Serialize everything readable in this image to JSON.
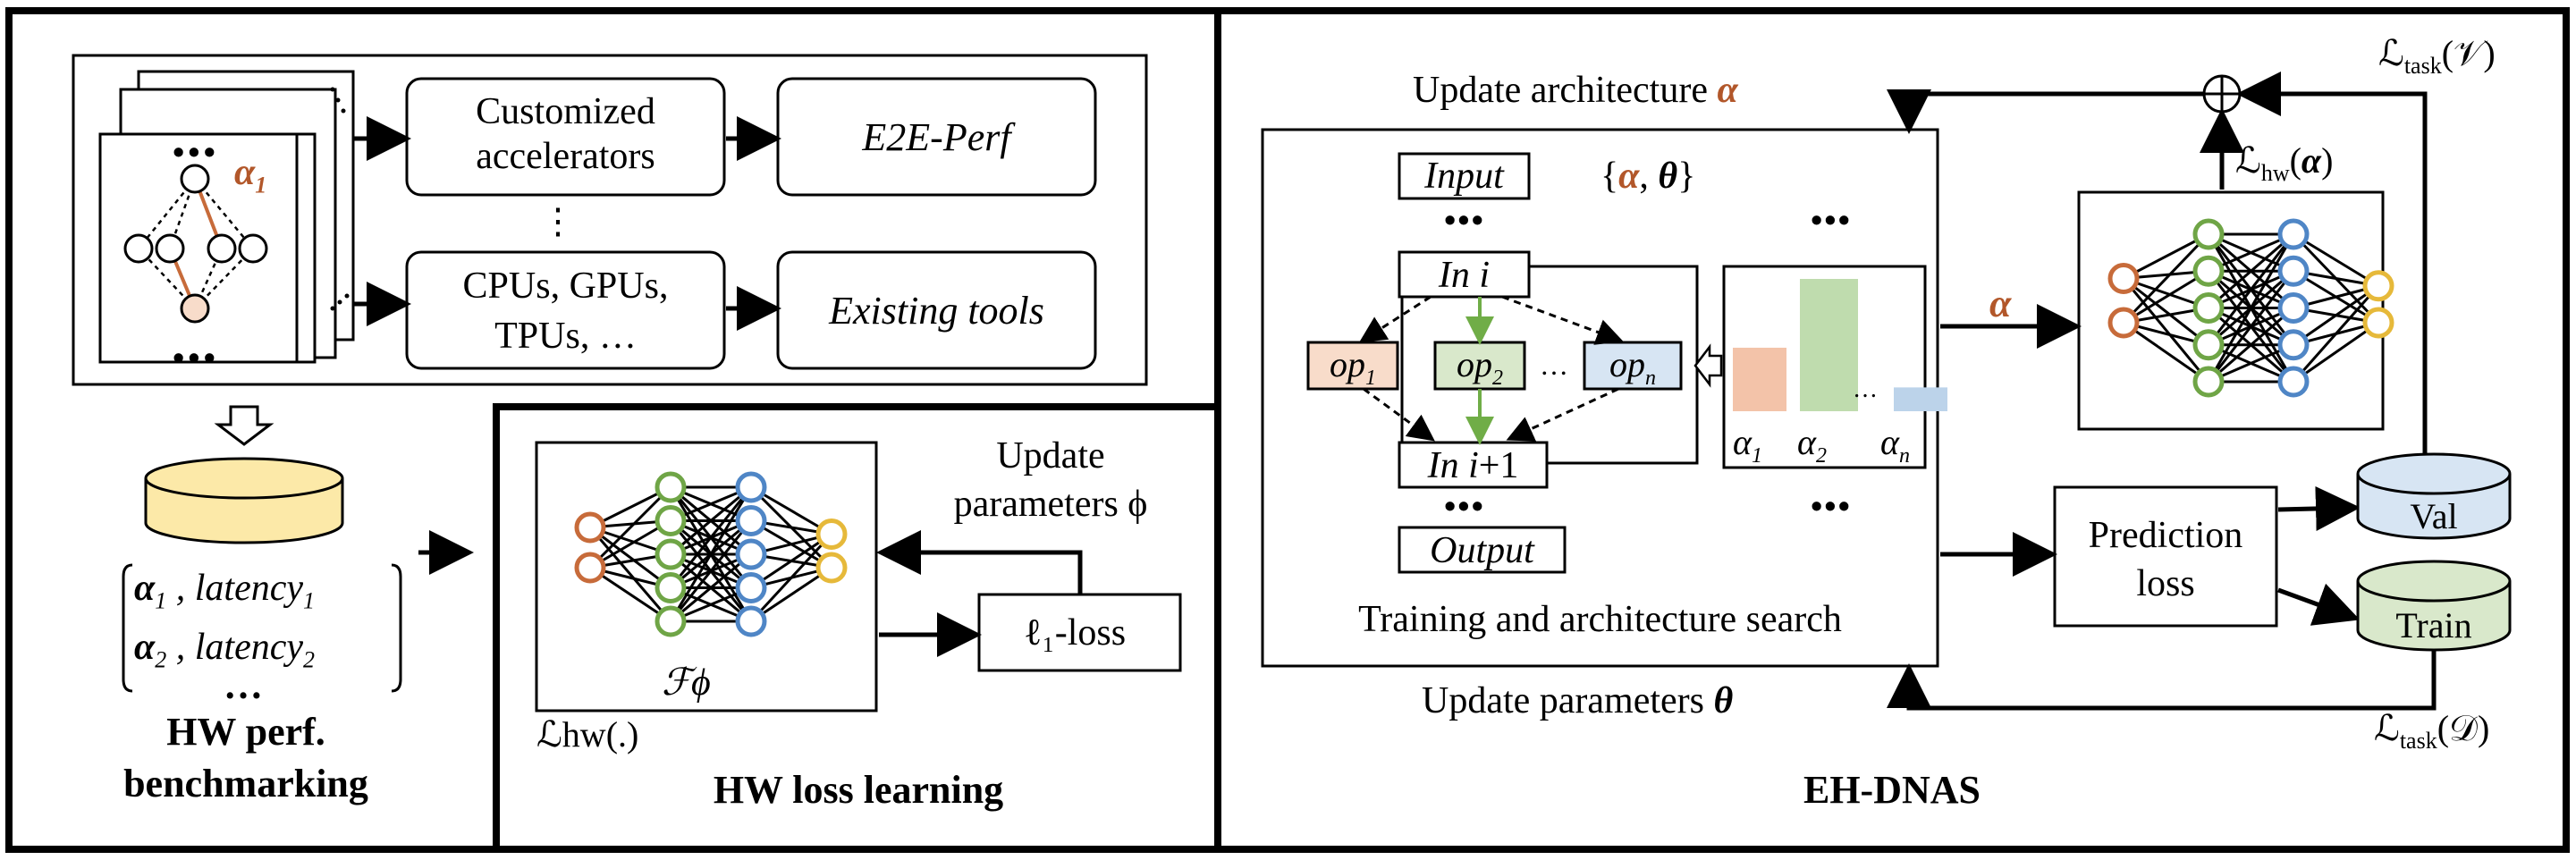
{
  "colors": {
    "orange": "#b2572a",
    "node_orange": "#c76b3a",
    "node_green": "#6fa546",
    "node_blue": "#4f86c6",
    "node_yellow": "#e6b93a",
    "bar_orange": "#f3c3a9",
    "bar_green": "#bfdcae",
    "bar_blue": "#bcd3ea",
    "box_orange": "#f8dcca",
    "box_green": "#d9e8cb",
    "box_blue": "#d7e5f3",
    "disk_yellow": "#fce9a8",
    "disk_blue": "#d7e5f3",
    "disk_green": "#d9e8cb",
    "arrow_green": "#70ad47"
  },
  "benchmark": {
    "alpha1_label": "α1",
    "custom_accel": [
      "Customized",
      "accelerators"
    ],
    "e2e_perf": "E2E-Perf",
    "cpu_gpu": [
      "CPUs, GPUs,",
      "TPUs, …"
    ],
    "existing_tools": "Existing tools",
    "vdots": "⋮",
    "list_line1": [
      "α",
      "1",
      " , latency",
      "1"
    ],
    "list_line2": [
      "α",
      "2",
      " , latency",
      "2"
    ],
    "list_dots": "…",
    "title": [
      "HW perf.",
      "benchmarking"
    ]
  },
  "hw_loss": {
    "update_params": [
      "Update",
      "parameters ϕ"
    ],
    "fphi": "ℱϕ",
    "l1_loss": "ℓ₁-loss",
    "lhw": "ℒhw(.)",
    "title": "HW loss learning"
  },
  "ehdnas": {
    "update_arch": "Update architecture ",
    "alpha": "α",
    "input": "Input",
    "alpha_theta": "{α, θ}",
    "in_i": "In i",
    "in_i1": "In i+1",
    "output": "Output",
    "op1": "op1",
    "op2": "op2",
    "opn": "opn",
    "dots": "…",
    "bars_alpha": [
      "α1",
      "α2",
      "αn"
    ],
    "bar_values": [
      0.48,
      1.0,
      0.18
    ],
    "training": "Training and architecture search",
    "update_theta": "Update parameters θ",
    "alpha_arrow": "α",
    "lhw_alpha": "ℒhw(α)",
    "ltask_v": "ℒtask(𝒱)",
    "ltask_d": "ℒtask(𝒟)",
    "prediction_loss": [
      "Prediction",
      "loss"
    ],
    "val": "Val",
    "train": "Train",
    "oplus": "⊕",
    "title": "EH-DNAS"
  }
}
